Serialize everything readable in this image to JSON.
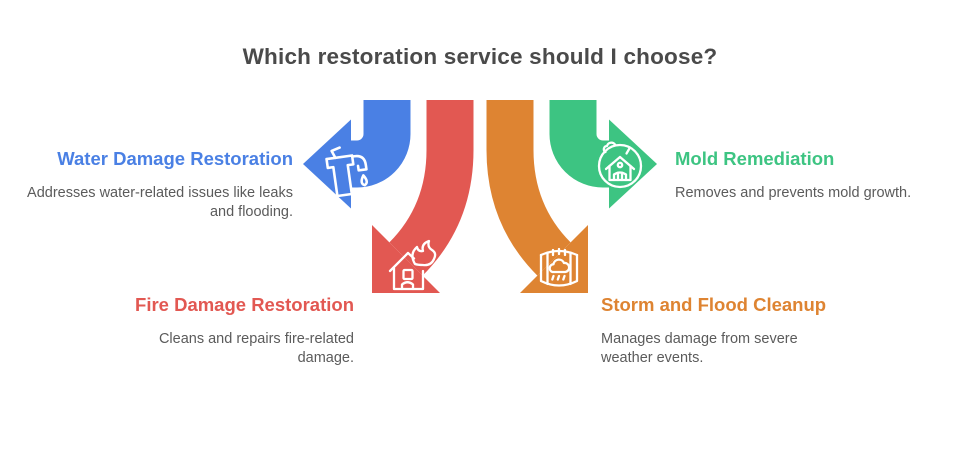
{
  "title": "Which restoration service should I choose?",
  "title_color": "#4a4a4a",
  "body_text_color": "#5b5b5b",
  "services": [
    {
      "name": "Water Damage Restoration",
      "description": "Addresses water-related issues like leaks and flooding.",
      "color": "#4a80e4",
      "icon": "faucet-drop-icon",
      "arrow_direction": "left"
    },
    {
      "name": "Fire Damage Restoration",
      "description": "Cleans and repairs fire-related damage.",
      "color": "#e25852",
      "icon": "burning-house-icon",
      "arrow_direction": "down-left"
    },
    {
      "name": "Storm and Flood Cleanup",
      "description": "Manages damage from severe weather events.",
      "color": "#de8432",
      "icon": "flood-water-tank-icon",
      "arrow_direction": "down-right"
    },
    {
      "name": "Mold Remediation",
      "description": "Removes and prevents mold growth.",
      "color": "#3dc482",
      "icon": "mold-house-icon",
      "arrow_direction": "right"
    }
  ]
}
